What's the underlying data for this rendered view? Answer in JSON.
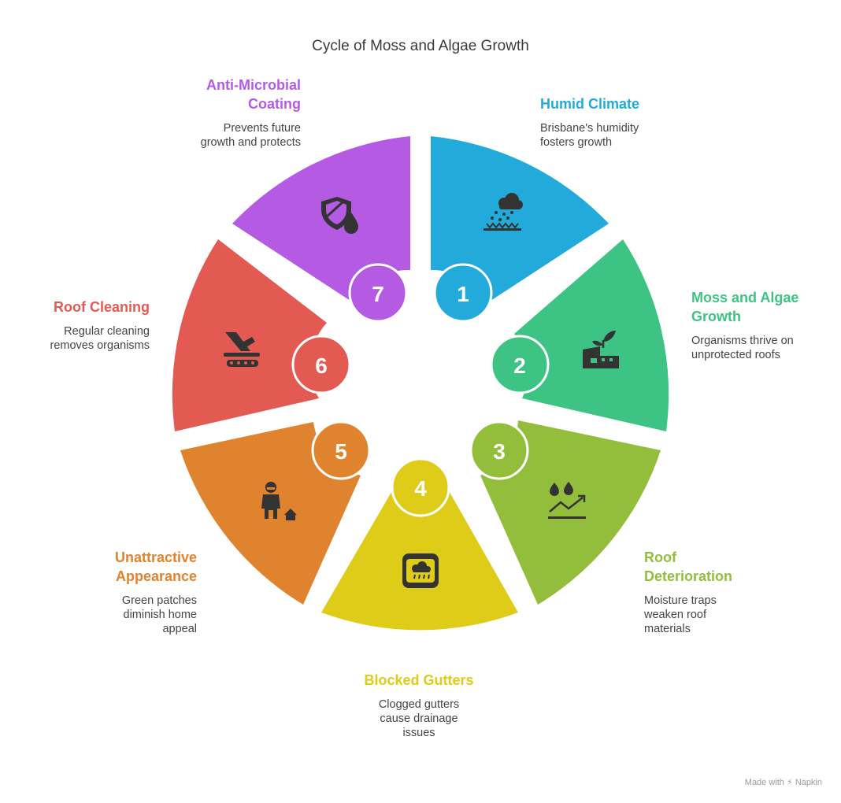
{
  "title": "Cycle of Moss and Algae Growth",
  "steps": [
    {
      "number": "1",
      "heading": "Humid Climate",
      "description": "Brisbane's humidity fosters growth",
      "color": "#22AADB",
      "icon": "rain-cloud-icon"
    },
    {
      "number": "2",
      "heading": "Moss and Algae Growth",
      "description": "Organisms thrive on unprotected roofs",
      "color": "#3DC484",
      "icon": "plant-roof-icon"
    },
    {
      "number": "3",
      "heading": "Roof Deterioration",
      "description": "Moisture traps weaken roof materials",
      "color": "#92BE3B",
      "icon": "water-damage-trend-icon"
    },
    {
      "number": "4",
      "heading": "Blocked Gutters",
      "description": "Clogged gutters cause drainage issues",
      "color": "#DECC19",
      "icon": "blocked-gutter-icon"
    },
    {
      "number": "5",
      "heading": "Unattractive Appearance",
      "description": "Green patches diminish home appeal",
      "color": "#E0832E",
      "icon": "person-house-icon"
    },
    {
      "number": "6",
      "heading": "Roof Cleaning",
      "description": "Regular cleaning removes organisms",
      "color": "#E35A53",
      "icon": "cleaning-brush-icon"
    },
    {
      "number": "7",
      "heading": "Anti-Microbial Coating",
      "description": "Prevents future growth and protects",
      "color": "#B55BE3",
      "icon": "shield-drop-icon"
    }
  ],
  "footer": "Made with ⚡ Napkin"
}
